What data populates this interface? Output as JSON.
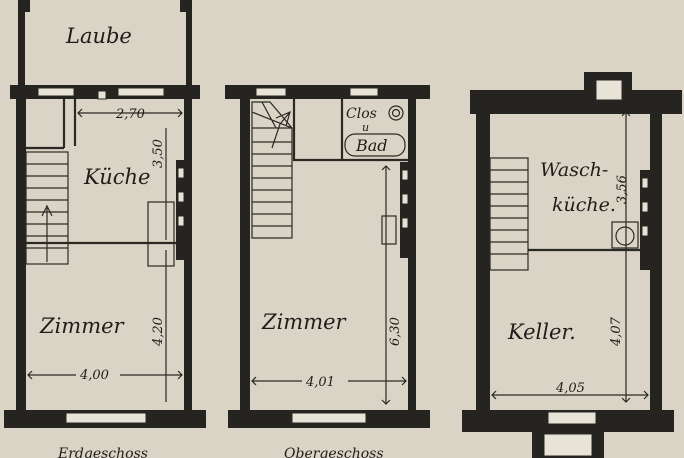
{
  "plans": [
    {
      "id": "ground",
      "caption": "Erdgeschoss",
      "rooms": {
        "laube": "Laube",
        "kueche": "Küche",
        "zimmer": "Zimmer"
      },
      "dims": {
        "kitchen_width": "2,70",
        "kitchen_depth": "3,50",
        "room_depth": "4,20",
        "width": "4,00"
      }
    },
    {
      "id": "upper",
      "caption": "Obergeschoss",
      "rooms": {
        "closet_line1": "Clos",
        "closet_line2": "u",
        "bad": "Bad",
        "zimmer": "Zimmer"
      },
      "dims": {
        "depth": "6,30",
        "width": "4,01"
      }
    },
    {
      "id": "cellar",
      "caption": "",
      "rooms": {
        "wasch_line1": "Wasch-",
        "wasch_line2": "küche.",
        "keller": "Keller."
      },
      "dims": {
        "wash_depth": "3,56",
        "cellar_depth": "4,07",
        "width": "4,05"
      }
    }
  ]
}
